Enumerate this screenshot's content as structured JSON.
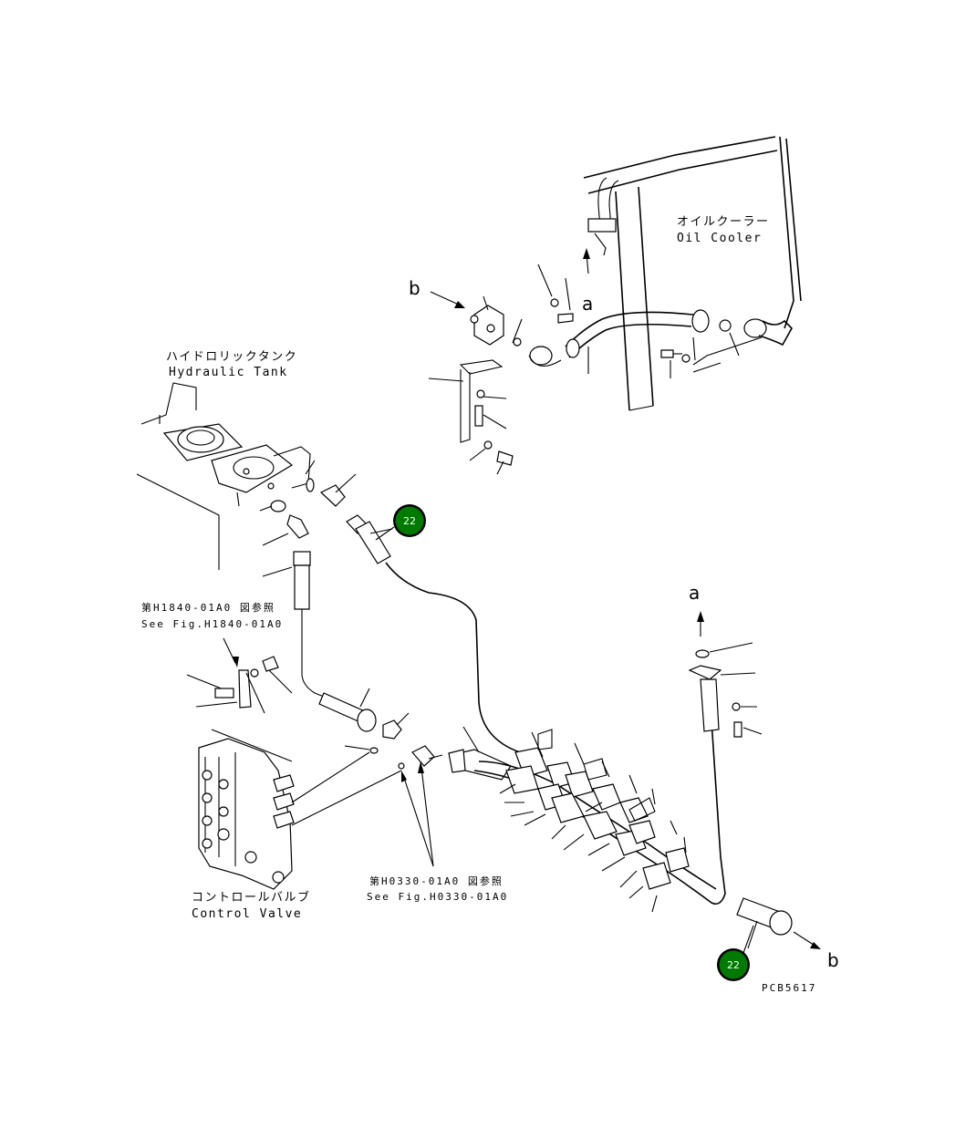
{
  "labels": {
    "oil_cooler_jp": "オイルクーラー",
    "oil_cooler_en": "Oil Cooler",
    "hydraulic_tank_jp": "ハイドロリックタンク",
    "hydraulic_tank_en": "Hydraulic Tank",
    "ref1_jp": "第H1840-01A0 図参照",
    "ref1_en": "See Fig.H1840-01A0",
    "ref2_jp": "第H0330-01A0 図参照",
    "ref2_en": "See Fig.H0330-01A0",
    "control_valve_jp": "コントロールバルブ",
    "control_valve_en": "Control Valve",
    "marker_a": "a",
    "marker_b": "b",
    "drawing_code": "PCB5617"
  },
  "callouts": [
    "22",
    "22"
  ],
  "colors": {
    "callout_fill": "#007a00",
    "callout_ring": "#000000",
    "line": "#000000",
    "background": "#ffffff"
  }
}
